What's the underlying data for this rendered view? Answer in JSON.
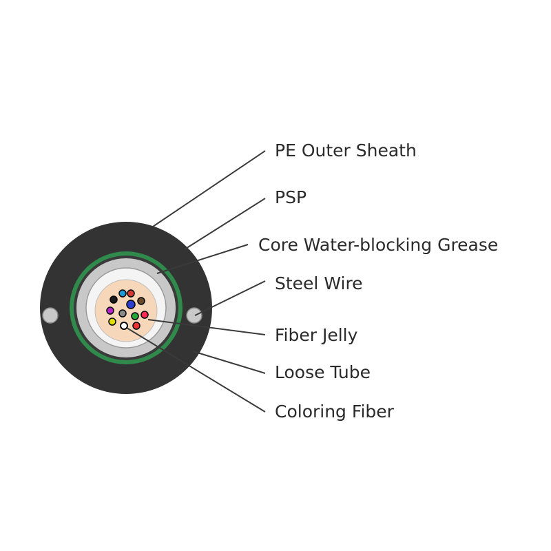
{
  "labels": [
    "PE Outer Sheath",
    "PSP",
    "Core Water-blocking Grease",
    "Steel Wire",
    "Fiber Jelly",
    "Loose Tube",
    "Coloring Fiber"
  ],
  "colors": {
    "outer_sheath": "#333333",
    "psp_band": "#2f8a4c",
    "grease": "#c8c8c8",
    "loose_tube": "#f4f4f4",
    "fiber_jelly": "#f7d7b9",
    "steel_wire": "#c9c9c9"
  },
  "fiber_colors": [
    "#1e9bd6",
    "#d63a2e",
    "#1a1a1a",
    "#6b4a2b",
    "#b624c9",
    "#2a3fd0",
    "#8a8a8a",
    "#ff2a55",
    "#e0e000",
    "#25a83a",
    "#ffffff",
    "#1a1a1a"
  ]
}
